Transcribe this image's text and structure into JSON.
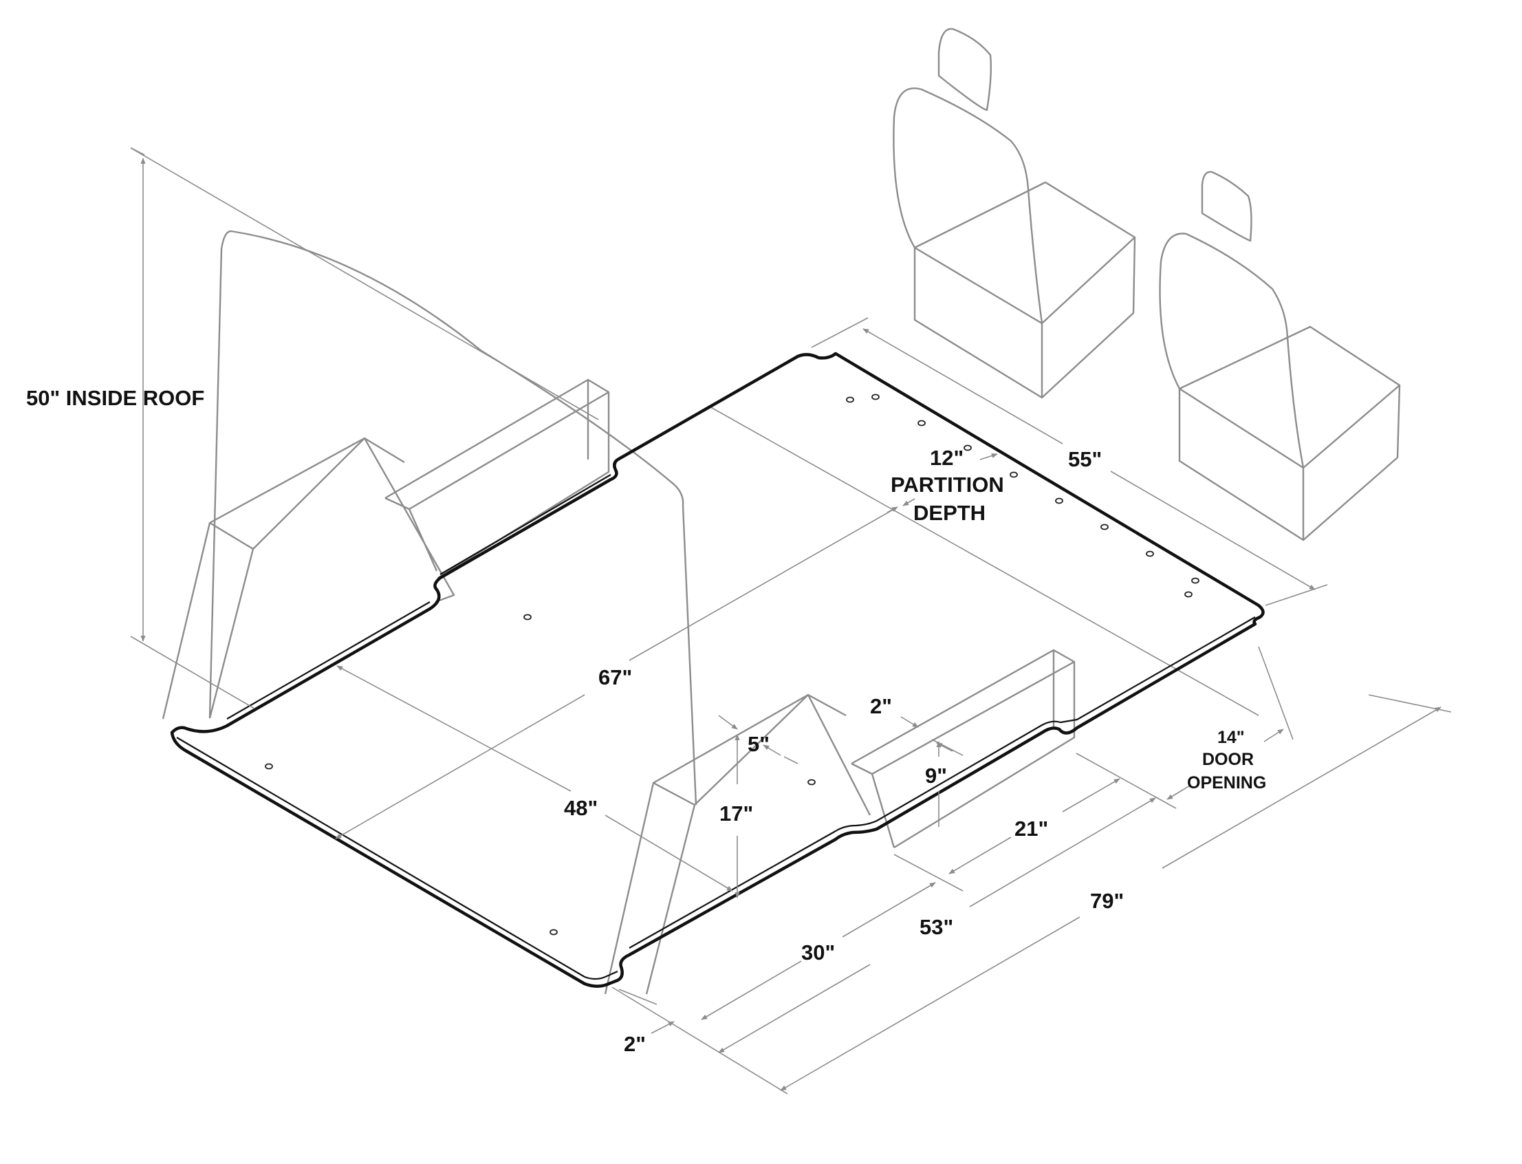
{
  "colors": {
    "floor_outline": "#111111",
    "context_lines": "#8c8c8c",
    "label_text": "#111111"
  },
  "labels": {
    "inside_roof": "50\" INSIDE ROOF",
    "partition_value": "12\"",
    "partition_line1": "PARTITION",
    "partition_line2": "DEPTH",
    "width_55": "55\"",
    "length_67": "67\"",
    "width_48": "48\"",
    "wheelwell_5": "5\"",
    "wheelwell_17": "17\"",
    "wheelwell_2_top": "2\"",
    "wheelwell_9": "9\"",
    "door_value": "14\"",
    "door_line1": "DOOR",
    "door_line2": "OPENING",
    "length_21": "21\"",
    "length_30": "30\"",
    "length_53": "53\"",
    "length_79": "79\"",
    "offset_2_bottom": "2\""
  }
}
